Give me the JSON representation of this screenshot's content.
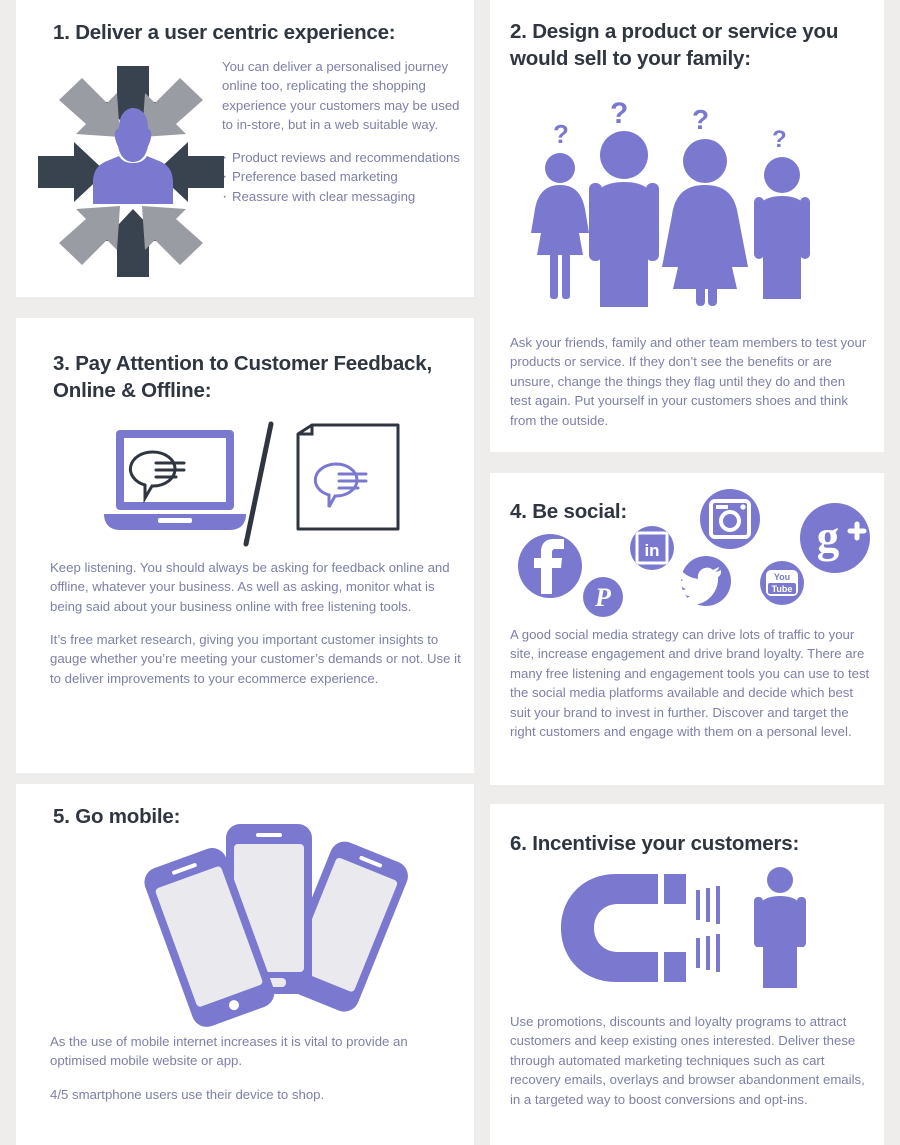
{
  "theme": {
    "page_background": "#efecec",
    "card_background": "#ffffff",
    "heading_color": "#2f3640",
    "body_text_color": "#7d7fa8",
    "accent_purple": "#7b79cf",
    "arrow_dark": "#39424f",
    "arrow_grey": "#9a9ca3",
    "outline_dark": "#2f3640",
    "screen_grey": "#e9e9ee"
  },
  "cards": [
    {
      "id": "card-1",
      "title": "1. Deliver a user centric experience:",
      "icon_name": "user-centric-arrows-icon",
      "paragraphs": [
        "You can deliver a personalised journey online too, replicating the shopping experience your customers may be used to in-store, but in a web suitable way."
      ],
      "bullets": [
        "Product reviews and recommendations",
        "Preference based marketing",
        "Reassure with clear messaging"
      ]
    },
    {
      "id": "card-2",
      "title": "2. Design a product or service you would sell to your family:",
      "icon_name": "family-group-question-marks-icon",
      "paragraphs": [
        "Ask your friends, family and other team members to test your products or service. If they don’t see the benefits or are unsure, change the things they flag until they do and then test again. Put yourself in your customers shoes and think from the outside."
      ],
      "bullets": []
    },
    {
      "id": "card-3",
      "title": "3. Pay Attention to Customer Feedback, Online & Offline:",
      "icon_name": "laptop-and-document-feedback-icon",
      "paragraphs": [
        "Keep listening. You should always be asking for feedback online and offline, whatever your business. As well as asking, monitor what is being said about your business online with free listening tools.",
        "It’s free market research, giving you important customer insights to gauge whether you’re meeting your customer’s demands or not. Use it to deliver improvements to your ecommerce experience."
      ],
      "bullets": []
    },
    {
      "id": "card-4",
      "title": "4. Be social:",
      "icon_name": "social-media-icons-cluster",
      "social_icons": [
        {
          "name": "facebook-icon",
          "glyph": "f"
        },
        {
          "name": "pinterest-icon",
          "glyph": "P"
        },
        {
          "name": "linkedin-icon",
          "glyph": "in"
        },
        {
          "name": "instagram-icon",
          "glyph": "camera"
        },
        {
          "name": "twitter-icon",
          "glyph": "bird"
        },
        {
          "name": "youtube-icon",
          "glyph_line1": "You",
          "glyph_line2": "Tube"
        },
        {
          "name": "google-plus-icon",
          "glyph": "g+"
        }
      ],
      "paragraphs": [
        "A good social media strategy can drive lots of traffic to your site, increase engagement and drive brand loyalty. There are many free listening and engagement tools you can use to test the social media platforms available and decide which best suit your brand to invest in further. Discover and target the right customers and engage with them on a personal level."
      ],
      "bullets": []
    },
    {
      "id": "card-5",
      "title": "5. Go mobile:",
      "icon_name": "three-smartphones-icon",
      "paragraphs": [
        "As the use of mobile internet increases it is vital to provide an optimised mobile website or app.",
        "4/5 smartphone users use their device to shop."
      ],
      "bullets": []
    },
    {
      "id": "card-6",
      "title": "6. Incentivise your customers:",
      "icon_name": "magnet-attracting-person-icon",
      "paragraphs": [
        "Use promotions, discounts and loyalty programs to attract customers and keep existing ones interested. Deliver these through automated marketing techniques such as cart recovery emails, overlays and browser abandonment emails, in a targeted way to boost conversions and opt-ins."
      ],
      "bullets": []
    }
  ]
}
